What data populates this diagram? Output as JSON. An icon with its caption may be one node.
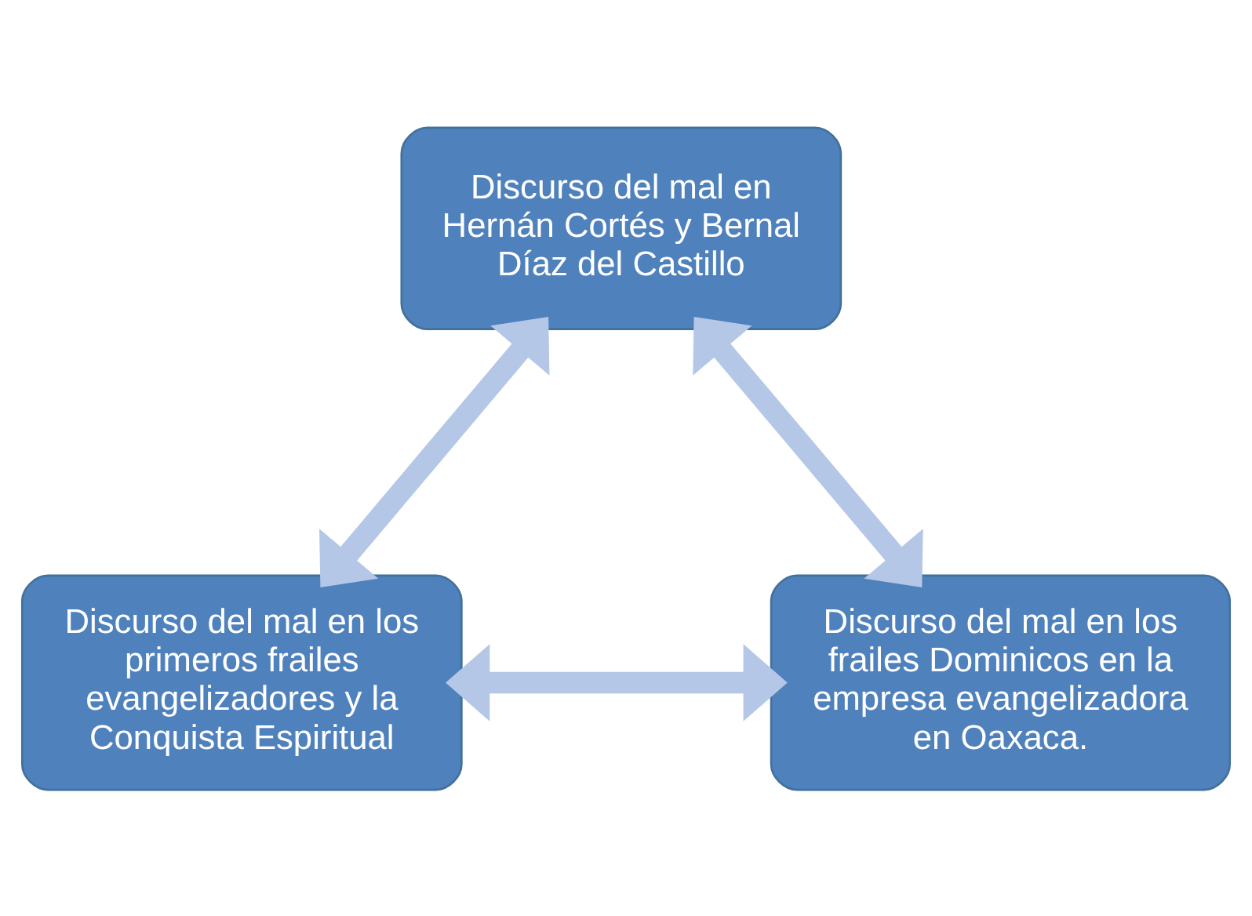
{
  "diagram": {
    "nodes": [
      {
        "text": [
          "Discurso del mal en Hernán Cortés y Bernal Díaz del Castillo"
        ]
      },
      {
        "text": [
          "Discurso del mal en los primeros frailes evangelizadores y la Conquista Espiritual"
        ]
      },
      {
        "text": [
          "Discurso del mal en los frailes Dominicos en la empresa evangelizadora en Oaxaca."
        ]
      }
    ],
    "edges": [
      {
        "from": 1,
        "to": 0,
        "arrow": "both"
      },
      {
        "from": 0,
        "to": 2,
        "arrow": "both"
      },
      {
        "from": 1,
        "to": 2,
        "arrow": "both"
      }
    ]
  }
}
